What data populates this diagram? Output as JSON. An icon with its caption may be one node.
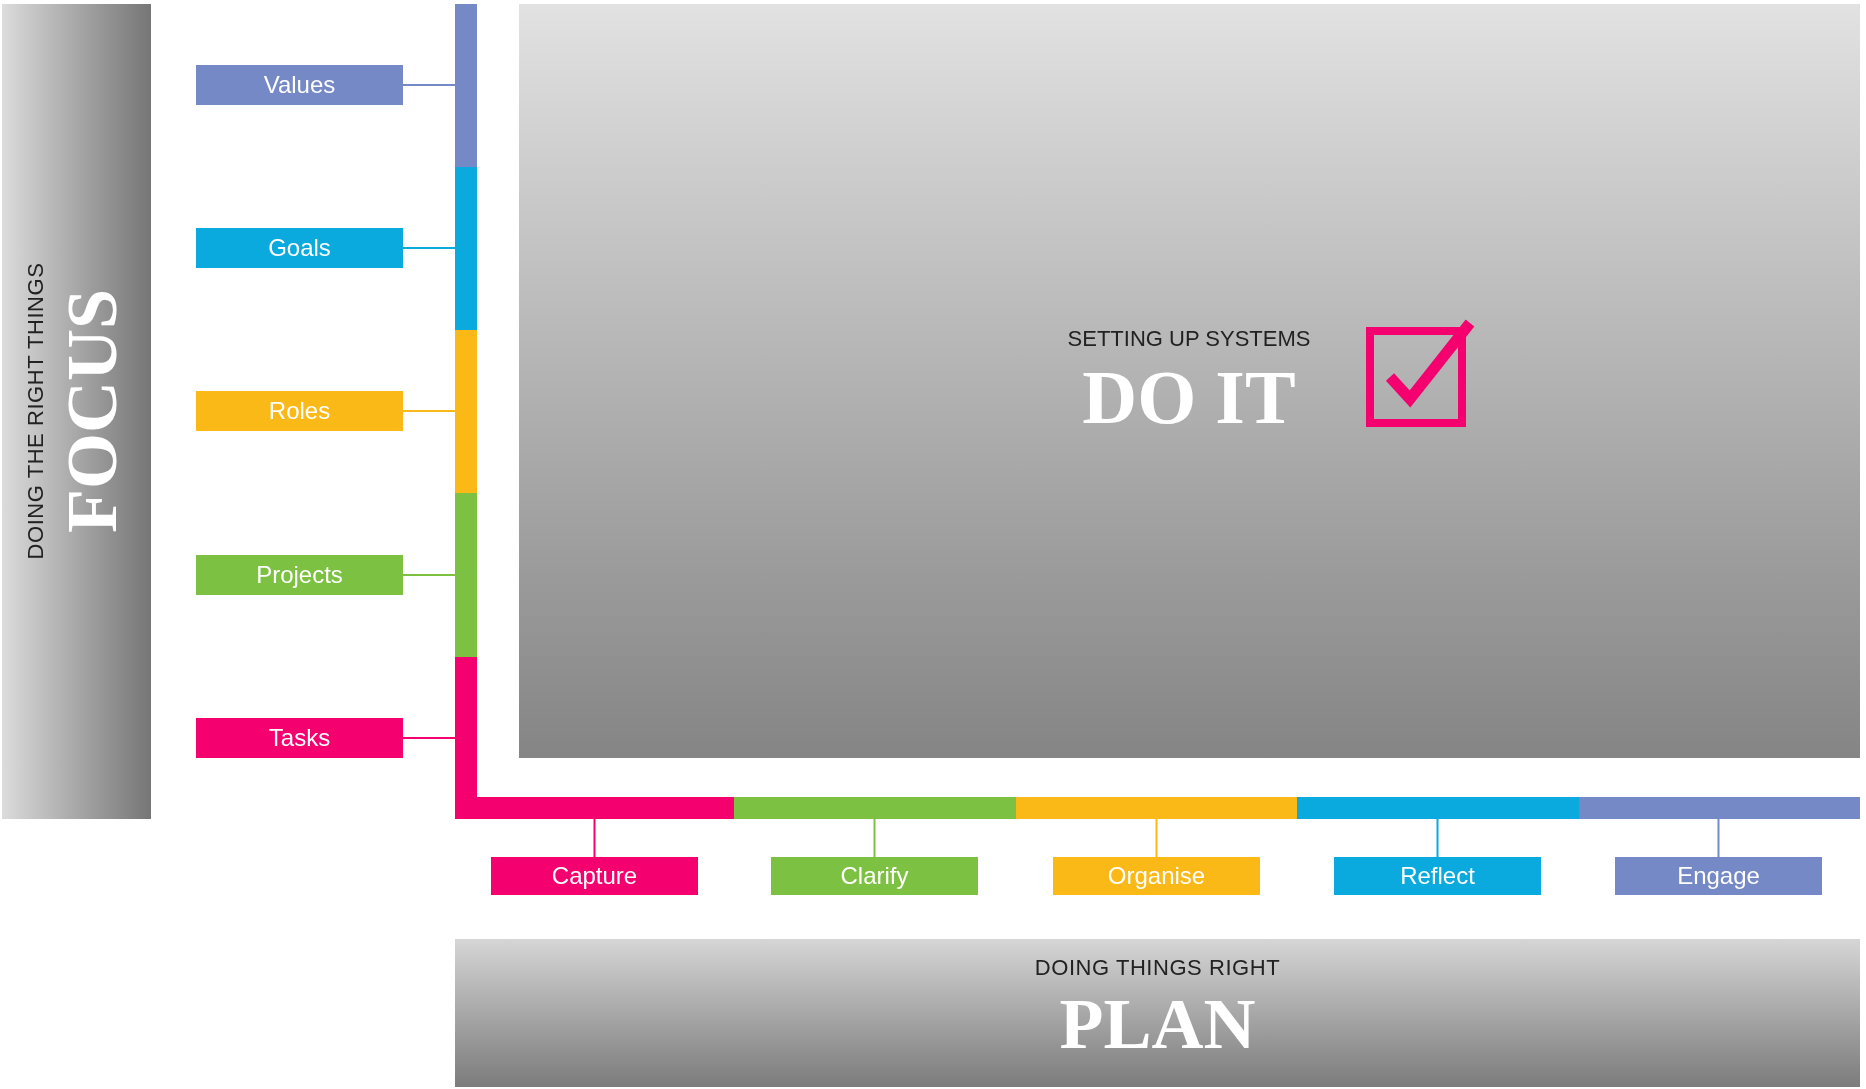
{
  "diagram": {
    "nodes": [
      {
        "text": [
          "DOING THE RIGHT THINGS",
          "FOCUS"
        ]
      },
      {
        "text": [
          "Values"
        ]
      },
      {
        "text": [
          "Goals"
        ]
      },
      {
        "text": [
          "Roles"
        ]
      },
      {
        "text": [
          "Projects"
        ]
      },
      {
        "text": [
          "Tasks"
        ]
      },
      {
        "text": [],
        "shape": "bar"
      },
      {
        "text": [],
        "shape": "bar"
      },
      {
        "text": [],
        "shape": "bar"
      },
      {
        "text": [],
        "shape": "bar"
      },
      {
        "text": [],
        "shape": "bar"
      },
      {
        "text": [
          "SETTING UP SYSTEMS",
          "DO IT"
        ]
      },
      {
        "text": [],
        "shape": "bar"
      },
      {
        "text": [],
        "shape": "bar"
      },
      {
        "text": [],
        "shape": "bar"
      },
      {
        "text": [],
        "shape": "bar"
      },
      {
        "text": [],
        "shape": "bar"
      },
      {
        "text": [
          "Capture"
        ]
      },
      {
        "text": [
          "Clarify"
        ]
      },
      {
        "text": [
          "Organise"
        ]
      },
      {
        "text": [
          "Reflect"
        ]
      },
      {
        "text": [
          "Engage"
        ]
      },
      {
        "text": [
          "DOING THINGS RIGHT",
          "PLAN"
        ]
      }
    ],
    "edges": [
      {
        "from": 1,
        "to": 6,
        "arrow": "none",
        "color": "#7589c6"
      },
      {
        "from": 2,
        "to": 7,
        "arrow": "none",
        "color": "#0aa9de"
      },
      {
        "from": 3,
        "to": 8,
        "arrow": "none",
        "color": "#fbb917"
      },
      {
        "from": 4,
        "to": 9,
        "arrow": "none",
        "color": "#7dc142"
      },
      {
        "from": 5,
        "to": 10,
        "arrow": "none",
        "color": "#f5006f"
      },
      {
        "from": 17,
        "to": 12,
        "arrow": "none",
        "color": "#f5006f"
      },
      {
        "from": 18,
        "to": 13,
        "arrow": "none",
        "color": "#7dc142"
      },
      {
        "from": 19,
        "to": 14,
        "arrow": "none",
        "color": "#fbb917"
      },
      {
        "from": 20,
        "to": 15,
        "arrow": "none",
        "color": "#0aa9de"
      },
      {
        "from": 21,
        "to": 16,
        "arrow": "none",
        "color": "#7589c6"
      }
    ]
  }
}
